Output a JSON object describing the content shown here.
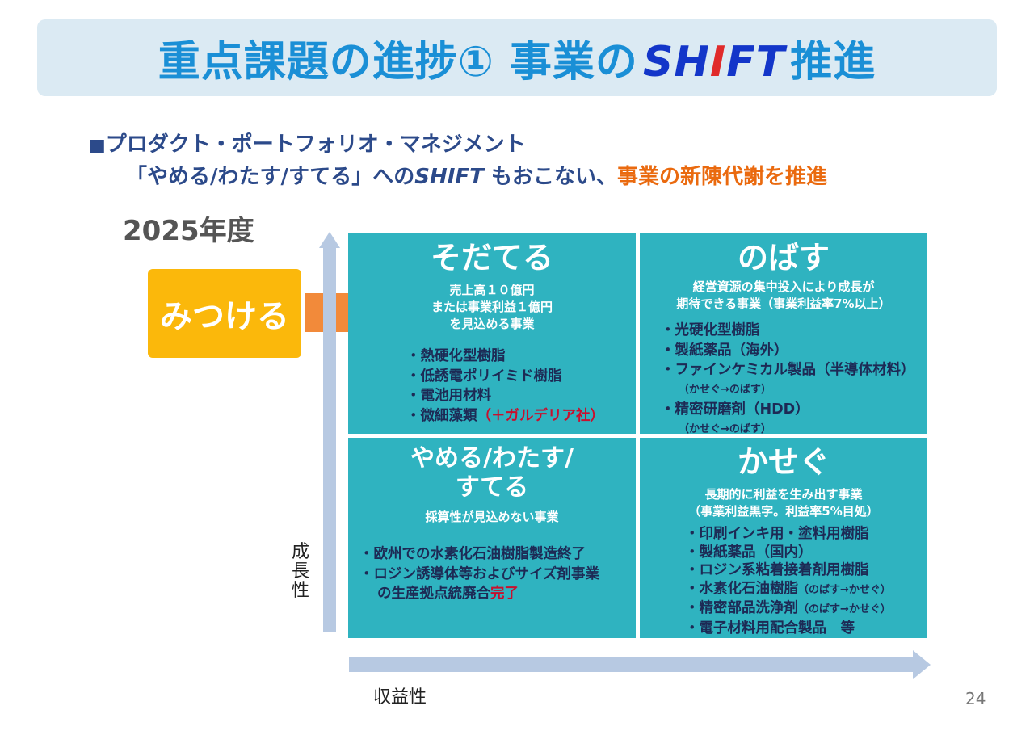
{
  "title": {
    "prefix": "重点課題の進捗① 事業の",
    "shift_a": "SH",
    "shift_i": "I",
    "shift_b": "FT",
    "suffix": "推進"
  },
  "subtitle": {
    "bullet": "■",
    "line1": "プロダクト・ポートフォリオ・マネジメント",
    "line2_a": "「やめる/わたす/すてる」への",
    "line2_shift": "SHIFT",
    "line2_b": "もおこない、",
    "line2_highlight": "事業の新陳代謝を推進"
  },
  "year": "2025年度",
  "mitsukeru": "みつける",
  "axes": {
    "y_label": "成長性",
    "x_label": "収益性"
  },
  "quadrants": {
    "sodateru": {
      "title": "そだてる",
      "desc": [
        "売上高１０億円",
        "または事業利益１億円",
        "を見込める事業"
      ],
      "items": [
        "・熱硬化型樹脂",
        "・低誘電ポリイミド樹脂",
        "・電池用材料",
        "・微細藻類"
      ],
      "items_note": "（＋ガルデリア社）"
    },
    "nobasu": {
      "title": "のばす",
      "desc": [
        "経営資源の集中投入により成長が",
        "期待できる事業（事業利益率7%以上）"
      ],
      "items": [
        "・光硬化型樹脂",
        "・製紙薬品（海外）",
        "・ファインケミカル製品（半導体材料）",
        "（かせぐ→のばす）",
        "・精密研磨剤（HDD）",
        "（かせぐ→のばす）"
      ]
    },
    "yameru": {
      "title_1": "やめる/わたす/",
      "title_2": "すてる",
      "desc": "採算性が見込めない事業",
      "items": [
        "・欧州での水素化石油樹脂製造終了",
        "・ロジン誘導体等およびサイズ剤事業",
        "の生産拠点統廃合"
      ],
      "done": "完了"
    },
    "kasegu": {
      "title": "かせぐ",
      "desc": [
        "長期的に利益を生み出す事業",
        "（事業利益黒字。利益率5%目処）"
      ],
      "items": [
        "・印刷インキ用・塗料用樹脂",
        "・製紙薬品（国内）",
        "・ロジン系粘着接着剤用樹脂",
        "・水素化石油樹脂",
        "・精密部品洗浄剤",
        "・電子材料用配合製品　等"
      ],
      "notes": [
        "（のばす→かせぐ）",
        "（のばす→かせぐ）"
      ]
    }
  },
  "page_number": "24",
  "colors": {
    "banner_bg": "#dbeaf3",
    "title_blue": "#1a8fd6",
    "shift_blue": "#1336c9",
    "shift_red": "#e02a2a",
    "quadrant": "#2fb3c0",
    "mitsukeru": "#fbb80b",
    "arrow": "#f28a3a",
    "axis": "#b7c9e2",
    "highlight_orange": "#ea6a0f"
  }
}
